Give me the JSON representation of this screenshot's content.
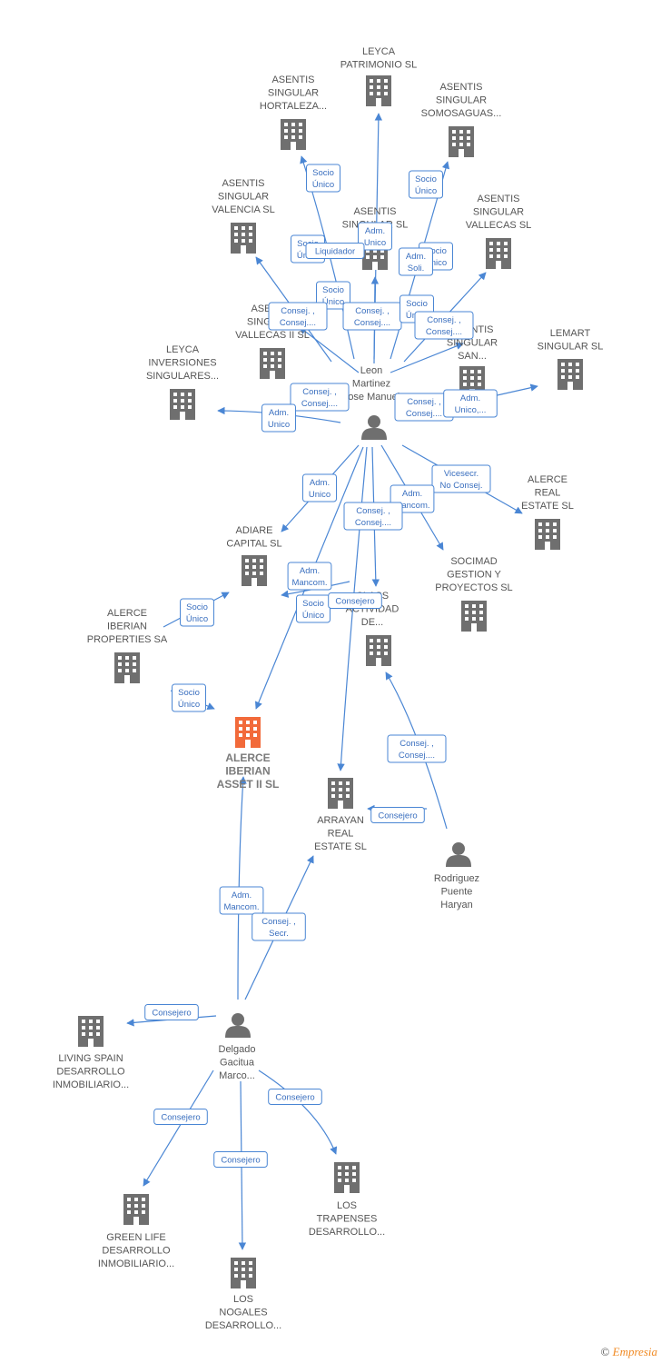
{
  "colors": {
    "edge": "#4a86d4",
    "company": "#6f6f6f",
    "focus_company": "#f26a3a",
    "person": "#6f6f6f"
  },
  "footer": {
    "copyright": "©",
    "brand": "Empresia"
  },
  "nodes": [
    {
      "id": "leyca_patrimonio",
      "type": "company",
      "label": [
        "LEYCA",
        "PATRIMONIO  SL"
      ]
    },
    {
      "id": "asentis_hortaleza",
      "type": "company",
      "label": [
        "ASENTIS",
        "SINGULAR",
        "HORTALEZA..."
      ]
    },
    {
      "id": "asentis_somosaguas",
      "type": "company",
      "label": [
        "ASENTIS",
        "SINGULAR",
        "SOMOSAGUAS..."
      ]
    },
    {
      "id": "asentis_valencia",
      "type": "company",
      "label": [
        "ASENTIS",
        "SINGULAR",
        "VALENCIA  SL"
      ]
    },
    {
      "id": "asentis_singular",
      "type": "company",
      "label": [
        "ASENTIS",
        "SINGULAR  SL"
      ]
    },
    {
      "id": "asentis_vallecas",
      "type": "company",
      "label": [
        "ASENTIS",
        "SINGULAR",
        "VALLECAS  SL"
      ]
    },
    {
      "id": "asentis_vallecas2",
      "type": "company",
      "label": [
        "ASENTIS",
        "SINGULAR",
        "VALLECAS II  SL"
      ]
    },
    {
      "id": "asentis_san",
      "type": "company",
      "label": [
        "ASENTIS",
        "SINGULAR",
        "SAN..."
      ]
    },
    {
      "id": "leyca_inversiones",
      "type": "company",
      "label": [
        "LEYCA",
        "INVERSIONES",
        "SINGULARES..."
      ]
    },
    {
      "id": "lemart",
      "type": "company",
      "label": [
        "LEMART",
        "SINGULAR  SL"
      ]
    },
    {
      "id": "leon",
      "type": "person",
      "label": [
        "Leon",
        "Martinez",
        "Jose Manuel"
      ]
    },
    {
      "id": "alerce_real",
      "type": "company",
      "label": [
        "ALERCE",
        "REAL",
        "ESTATE  SL"
      ]
    },
    {
      "id": "adiare",
      "type": "company",
      "label": [
        "ADIARE",
        "CAPITAL  SL"
      ]
    },
    {
      "id": "socimad",
      "type": "company",
      "label": [
        "SOCIMAD",
        "GESTION Y",
        "PROYECTOS SL"
      ]
    },
    {
      "id": "alerce_properties",
      "type": "company",
      "label": [
        "ALERCE",
        "IBERIAN",
        "PROPERTIES SA"
      ]
    },
    {
      "id": "class_actividad",
      "type": "company",
      "label": [
        "CLASS",
        "ACTIVIDAD",
        "DE..."
      ]
    },
    {
      "id": "alerce_asset",
      "type": "focus",
      "label": [
        "ALERCE",
        "IBERIAN",
        "ASSET II  SL"
      ]
    },
    {
      "id": "arrayan",
      "type": "company",
      "label": [
        "ARRAYAN",
        "REAL",
        "ESTATE  SL"
      ]
    },
    {
      "id": "rodriguez",
      "type": "person",
      "label": [
        "Rodriguez",
        "Puente",
        "Haryan"
      ]
    },
    {
      "id": "delgado",
      "type": "person",
      "label": [
        "Delgado",
        "Gacitua",
        "Marco..."
      ]
    },
    {
      "id": "living_spain",
      "type": "company",
      "label": [
        "LIVING SPAIN",
        "DESARROLLO",
        "INMOBILIARIO..."
      ]
    },
    {
      "id": "green_life",
      "type": "company",
      "label": [
        "GREEN LIFE",
        "DESARROLLO",
        "INMOBILIARIO..."
      ]
    },
    {
      "id": "los_trapenses",
      "type": "company",
      "label": [
        "LOS",
        "TRAPENSES",
        "DESARROLLO..."
      ]
    },
    {
      "id": "los_nogales",
      "type": "company",
      "label": [
        "LOS",
        "NOGALES",
        "DESARROLLO..."
      ]
    }
  ],
  "badges": [
    {
      "id": "b1",
      "lines": [
        "Socio",
        "Único"
      ]
    },
    {
      "id": "b2",
      "lines": [
        "Socio",
        "Único"
      ]
    },
    {
      "id": "b3",
      "lines": [
        "Adm.",
        "Unico"
      ]
    },
    {
      "id": "b4",
      "lines": [
        "Socio",
        "Único"
      ]
    },
    {
      "id": "b5",
      "lines": [
        "Liquidador"
      ]
    },
    {
      "id": "b6",
      "lines": [
        "Socio",
        "Único"
      ]
    },
    {
      "id": "b7",
      "lines": [
        "Adm.",
        "Soli."
      ]
    },
    {
      "id": "b8",
      "lines": [
        "Socio",
        "Único"
      ]
    },
    {
      "id": "b9",
      "lines": [
        "Consej. ,",
        "Consej...."
      ]
    },
    {
      "id": "b10",
      "lines": [
        "Consej. ,",
        "Consej...."
      ]
    },
    {
      "id": "b11",
      "lines": [
        "Socio",
        "Único"
      ]
    },
    {
      "id": "b12",
      "lines": [
        "Consej. ,",
        "Consej...."
      ]
    },
    {
      "id": "b13",
      "lines": [
        "Consej. ,",
        "Consej...."
      ]
    },
    {
      "id": "b14",
      "lines": [
        "Adm.",
        "Unico"
      ]
    },
    {
      "id": "b15",
      "lines": [
        "Consej. ,",
        "Consej...."
      ]
    },
    {
      "id": "b16",
      "lines": [
        "Adm.",
        "Unico,..."
      ]
    },
    {
      "id": "b17",
      "lines": [
        "Adm.",
        "Unico"
      ]
    },
    {
      "id": "b18",
      "lines": [
        "Vicesecr.",
        "No Consej."
      ]
    },
    {
      "id": "b19",
      "lines": [
        "Adm.",
        "Mancom."
      ]
    },
    {
      "id": "b20",
      "lines": [
        "Consej. ,",
        "Consej...."
      ]
    },
    {
      "id": "b21",
      "lines": [
        "Socio",
        "Único"
      ]
    },
    {
      "id": "b22",
      "lines": [
        "Adm.",
        "Mancom."
      ]
    },
    {
      "id": "b23",
      "lines": [
        "Socio",
        "Único"
      ]
    },
    {
      "id": "b24",
      "lines": [
        "Consejero"
      ]
    },
    {
      "id": "b25",
      "lines": [
        "Socio",
        "Único"
      ]
    },
    {
      "id": "b26",
      "lines": [
        "Consej. ,",
        "Consej...."
      ]
    },
    {
      "id": "b27",
      "lines": [
        "Consejero"
      ]
    },
    {
      "id": "b28",
      "lines": [
        "Adm.",
        "Mancom."
      ]
    },
    {
      "id": "b29",
      "lines": [
        "Consej. ,",
        "Secr."
      ]
    },
    {
      "id": "b30",
      "lines": [
        "Consejero"
      ]
    },
    {
      "id": "b31",
      "lines": [
        "Consejero"
      ]
    },
    {
      "id": "b32",
      "lines": [
        "Consejero"
      ]
    },
    {
      "id": "b33",
      "lines": [
        "Consejero"
      ]
    }
  ]
}
